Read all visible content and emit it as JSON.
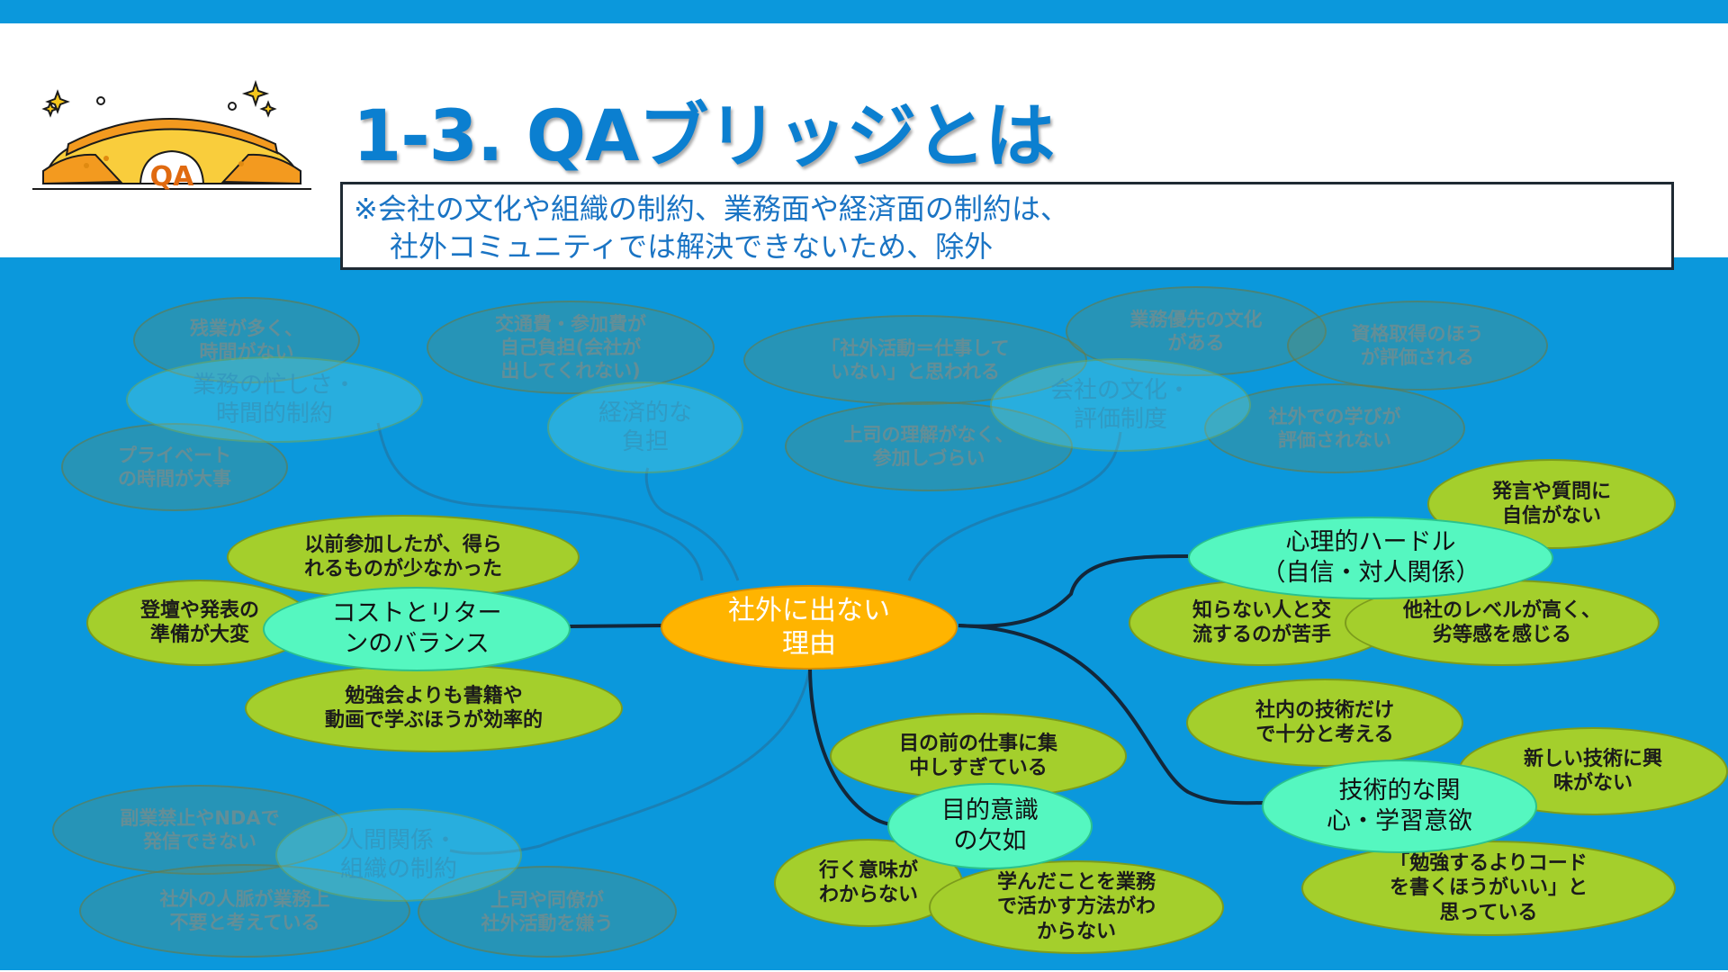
{
  "title": "1-3. QAブリッジとは",
  "logo_text": "QA",
  "note": {
    "line1": "※会社の文化や組織の制約、業務面や経済面の制約は、",
    "line2": "社外コミュニティでは解決できないため、除外"
  },
  "center": "社外に出ない\n理由",
  "branches": {
    "cost": "コストとリター\nンのバランス",
    "psych": "心理的ハードル\n（自信・対人関係）",
    "purpose": "目的意識\nの欠如",
    "tech": "技術的な関\n心・学習意欲"
  },
  "leaves": {
    "cost_1": "以前参加したが、得ら\nれるものが少なかった",
    "cost_2": "登壇や発表の\n準備が大変",
    "cost_3": "勉強会よりも書籍や\n動画で学ぶほうが効率的",
    "psych_1": "発言や質問に\n自信がない",
    "psych_2": "知らない人と交\n流するのが苦手",
    "psych_3": "他社のレベルが高く、\n劣等感を感じる",
    "purpose_1": "目の前の仕事に集\n中しすぎている",
    "purpose_2": "行く意味が\nわからない",
    "purpose_3": "学んだことを業務\nで活かす方法がわ\nからない",
    "tech_1": "社内の技術だけ\nで十分と考える",
    "tech_2": "新しい技術に興\n味がない",
    "tech_3": "「勉強するよりコード\nを書くほうがいい」と\n思っている"
  },
  "excluded": {
    "busy": "業務の忙しさ・\n時間的制約",
    "busy_1": "残業が多く、\n時間がない",
    "busy_2": "プライベート\nの時間が大事",
    "econ": "経済的な\n負担",
    "econ_1": "交通費・参加費が\n自己負担(会社が\n出してくれない)",
    "culture": "会社の文化・\n評価制度",
    "culture_1": "「社外活動＝仕事して\nいない」と思われる",
    "culture_2": "上司の理解がなく、\n参加しづらい",
    "culture_3": "業務優先の文化\nがある",
    "culture_4": "資格取得のほう\nが評価される",
    "culture_5": "社外での学びが\n評価されない",
    "org": "人間関係・\n組織の制約",
    "org_1": "副業禁止やNDAで\n発信できない",
    "org_2": "社外の人脈が業務上\n不要と考えている",
    "org_3": "上司や同僚が\n社外活動を嫌う"
  }
}
